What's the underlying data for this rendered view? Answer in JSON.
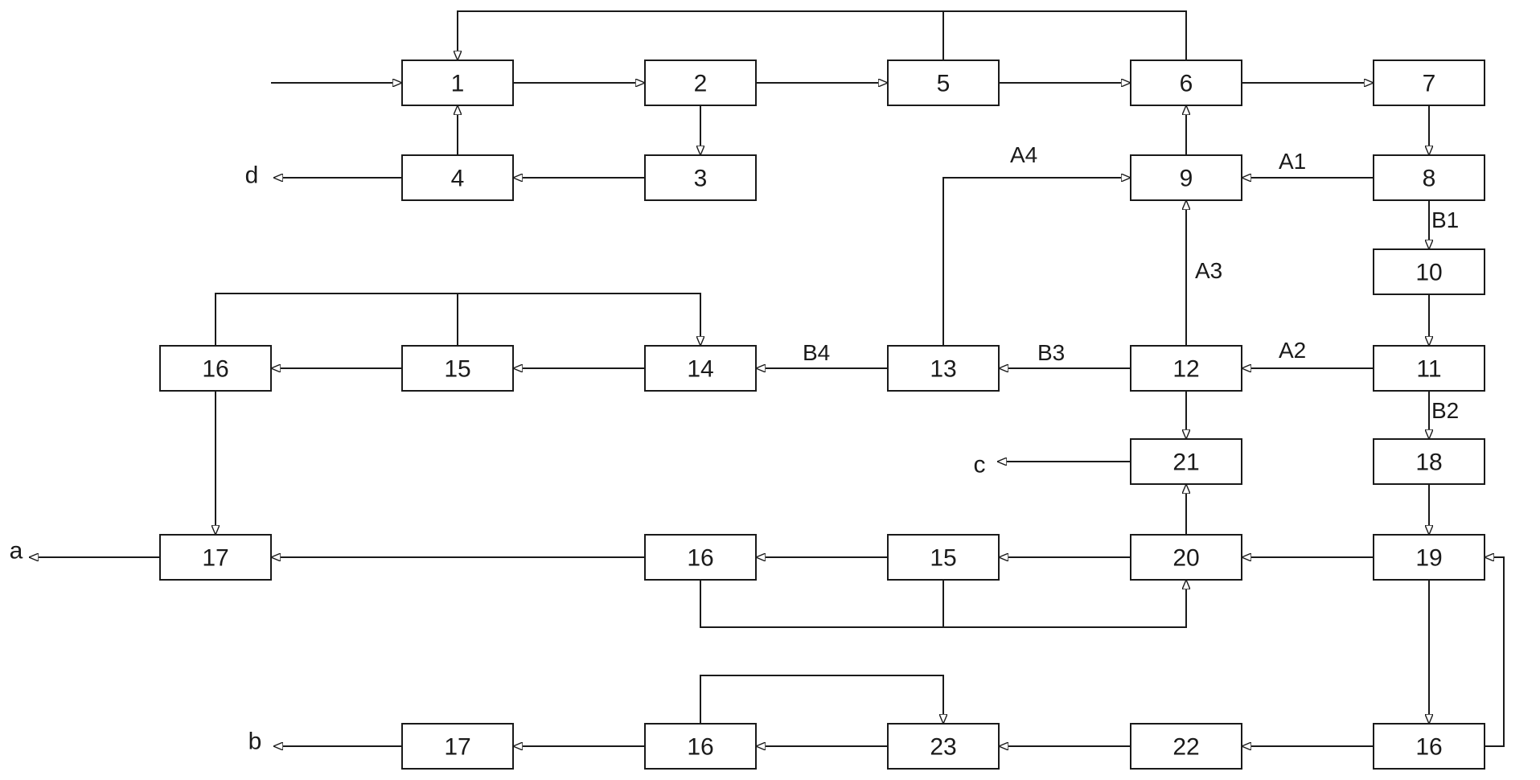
{
  "diagram": {
    "nodes": [
      {
        "id": "n1",
        "label": "1"
      },
      {
        "id": "n2",
        "label": "2"
      },
      {
        "id": "n5",
        "label": "5"
      },
      {
        "id": "n6",
        "label": "6"
      },
      {
        "id": "n7",
        "label": "7"
      },
      {
        "id": "n4",
        "label": "4"
      },
      {
        "id": "n3",
        "label": "3"
      },
      {
        "id": "n9",
        "label": "9"
      },
      {
        "id": "n8",
        "label": "8"
      },
      {
        "id": "n10",
        "label": "10"
      },
      {
        "id": "n16a",
        "label": "16"
      },
      {
        "id": "n15a",
        "label": "15"
      },
      {
        "id": "n14",
        "label": "14"
      },
      {
        "id": "n13",
        "label": "13"
      },
      {
        "id": "n12",
        "label": "12"
      },
      {
        "id": "n11",
        "label": "11"
      },
      {
        "id": "n21",
        "label": "21"
      },
      {
        "id": "n18",
        "label": "18"
      },
      {
        "id": "n17a",
        "label": "17"
      },
      {
        "id": "n16b",
        "label": "16"
      },
      {
        "id": "n15b",
        "label": "15"
      },
      {
        "id": "n20",
        "label": "20"
      },
      {
        "id": "n19",
        "label": "19"
      },
      {
        "id": "n17b",
        "label": "17"
      },
      {
        "id": "n16c",
        "label": "16"
      },
      {
        "id": "n23",
        "label": "23"
      },
      {
        "id": "n22",
        "label": "22"
      },
      {
        "id": "n16d",
        "label": "16"
      }
    ],
    "edge_labels": {
      "A1": "A1",
      "A2": "A2",
      "A3": "A3",
      "A4": "A4",
      "B1": "B1",
      "B2": "B2",
      "B3": "B3",
      "B4": "B4"
    },
    "outputs": {
      "a": "a",
      "b": "b",
      "c": "c",
      "d": "d"
    }
  }
}
